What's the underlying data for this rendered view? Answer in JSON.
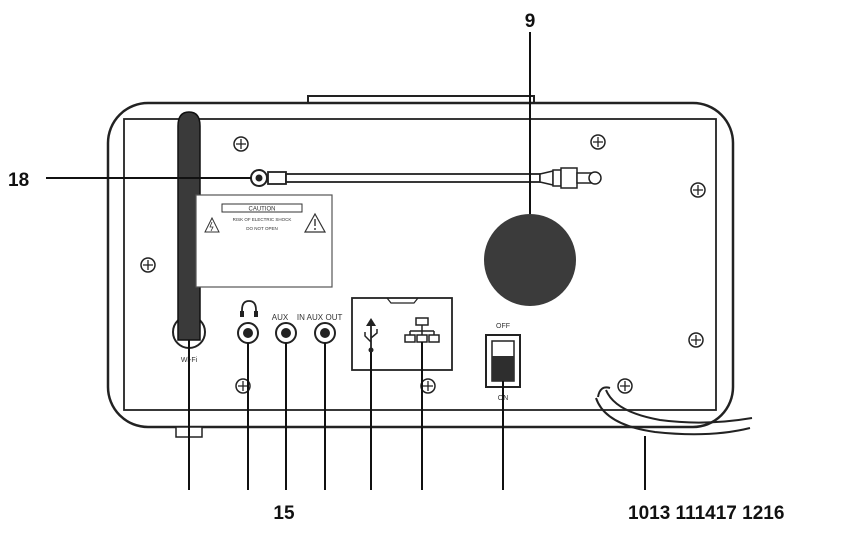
{
  "callouts": {
    "top_speaker": "9",
    "left_antenna": "18",
    "bottom_center": "15",
    "bottom_right": "1013 111417 1216"
  },
  "labels": {
    "caution_title": "CAUTION",
    "caution_line1": "RISK OF ELECTRIC SHOCK",
    "caution_line2": "DO NOT OPEN",
    "wifi": "Wi-Fi",
    "aux_in_prefix": "AUX",
    "aux_in_mid": "IN AUX",
    "aux_out": "OUT",
    "switch_off": "OFF",
    "switch_on": "ON"
  },
  "icons": [
    "headphone-icon",
    "usb-icon",
    "network-icon",
    "warning-icon",
    "screw-icon"
  ]
}
